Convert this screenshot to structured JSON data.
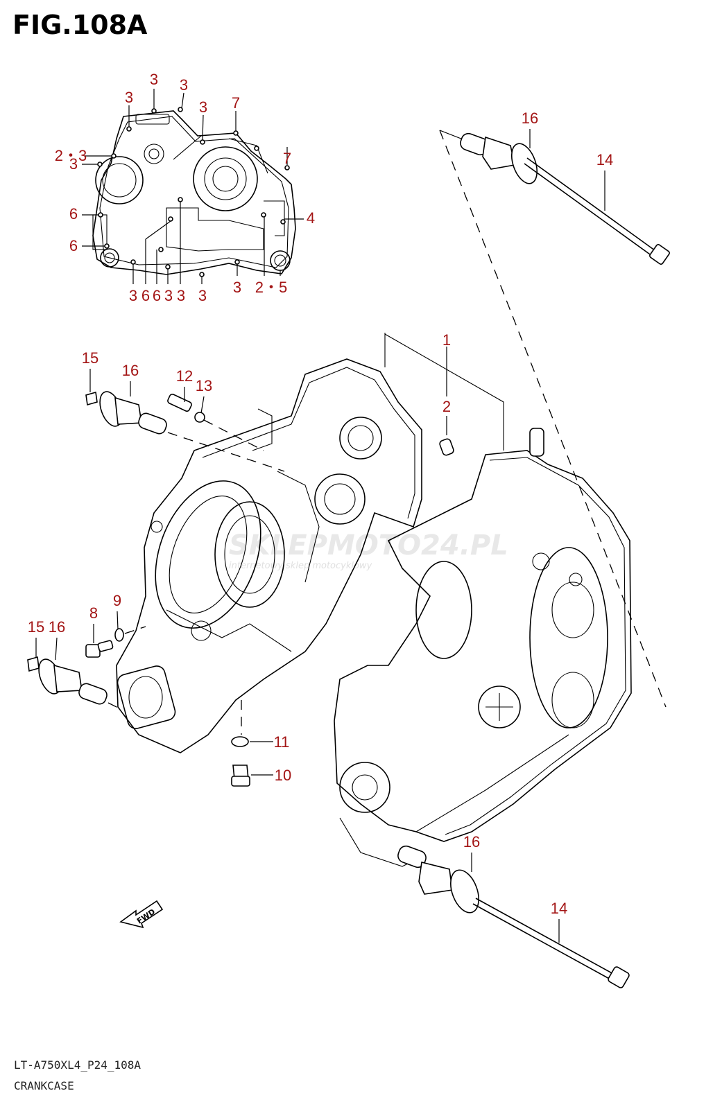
{
  "figure": {
    "title": "FIG.108A",
    "model_code": "LT-A750XL4_P24_108A",
    "caption": "CRANKCASE"
  },
  "watermark": {
    "brand": "SKLEPMOTO24.PL",
    "tagline": "internetowy sklep motocyklowy"
  },
  "fwd_label": "FWD",
  "callouts": [
    {
      "id": "c-3-a",
      "text": "3"
    },
    {
      "id": "c-3-b",
      "text": "3"
    },
    {
      "id": "c-3-c",
      "text": "3"
    },
    {
      "id": "c-3-d",
      "text": "3"
    },
    {
      "id": "c-7-a",
      "text": "7"
    },
    {
      "id": "c-23",
      "text": "2・3"
    },
    {
      "id": "c-7-b",
      "text": "7"
    },
    {
      "id": "c-3-e",
      "text": "3"
    },
    {
      "id": "c-6-a",
      "text": "6"
    },
    {
      "id": "c-4",
      "text": "4"
    },
    {
      "id": "c-6-b",
      "text": "6"
    },
    {
      "id": "c-3-f",
      "text": "3"
    },
    {
      "id": "c-6-c",
      "text": "6"
    },
    {
      "id": "c-6-d",
      "text": "6"
    },
    {
      "id": "c-3-g",
      "text": "3"
    },
    {
      "id": "c-3-h",
      "text": "3"
    },
    {
      "id": "c-3-i",
      "text": "3"
    },
    {
      "id": "c-3-j",
      "text": "3"
    },
    {
      "id": "c-25",
      "text": "2・5"
    },
    {
      "id": "c-16-top",
      "text": "16"
    },
    {
      "id": "c-14-top",
      "text": "14"
    },
    {
      "id": "c-1",
      "text": "1"
    },
    {
      "id": "c-2",
      "text": "2"
    },
    {
      "id": "c-15-a",
      "text": "15"
    },
    {
      "id": "c-16-a",
      "text": "16"
    },
    {
      "id": "c-12",
      "text": "12"
    },
    {
      "id": "c-13",
      "text": "13"
    },
    {
      "id": "c-8",
      "text": "8"
    },
    {
      "id": "c-9",
      "text": "9"
    },
    {
      "id": "c-15-b",
      "text": "15"
    },
    {
      "id": "c-16-b",
      "text": "16"
    },
    {
      "id": "c-11",
      "text": "11"
    },
    {
      "id": "c-10",
      "text": "10"
    },
    {
      "id": "c-16-bottom",
      "text": "16"
    },
    {
      "id": "c-14-bottom",
      "text": "14"
    }
  ]
}
